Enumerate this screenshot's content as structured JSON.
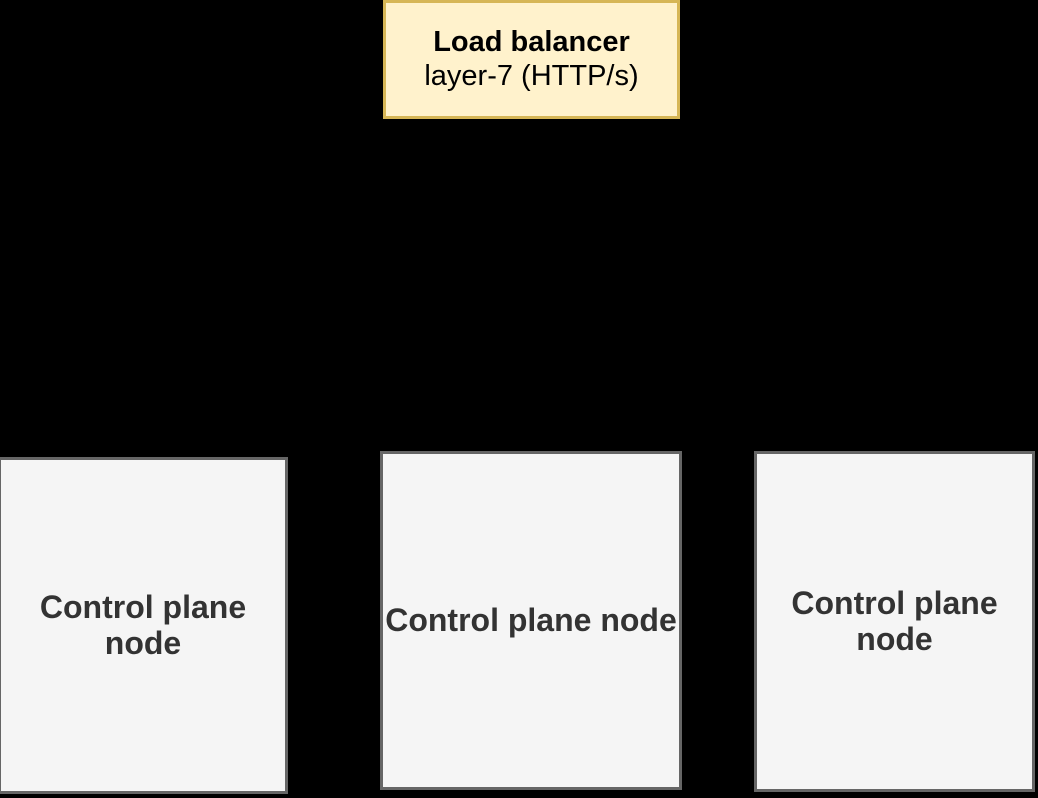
{
  "diagram": {
    "background_color": "#000000",
    "load_balancer": {
      "title": "Load balancer",
      "subtitle": "layer-7 (HTTP/s)",
      "fill_color": "#FFF2CC",
      "border_color": "#D6B656",
      "text_color": "#000000"
    },
    "node_style": {
      "fill_color": "#F5F5F5",
      "border_color": "#666666",
      "text_color": "#333333"
    },
    "nodes": [
      {
        "label": "Control plane node"
      },
      {
        "label": "Control plane node"
      },
      {
        "label": "Control plane node"
      }
    ]
  }
}
